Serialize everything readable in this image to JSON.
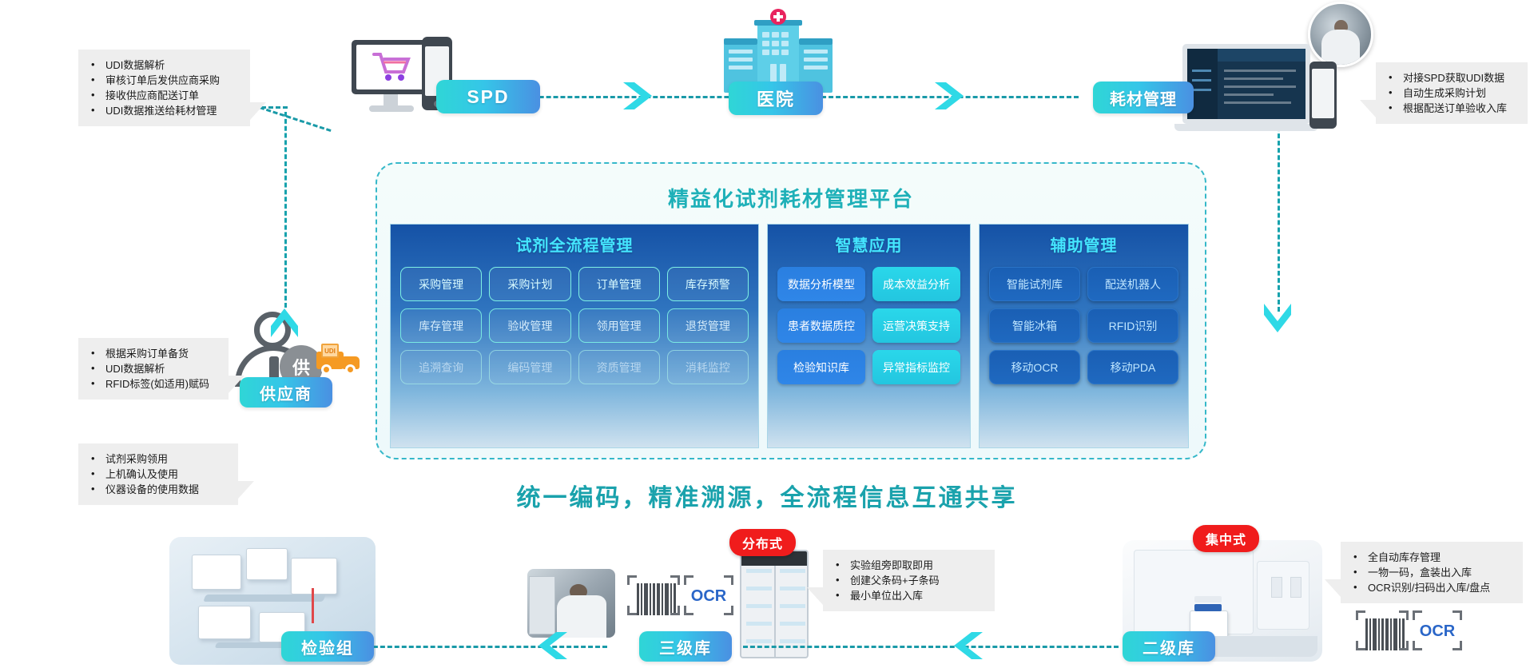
{
  "flow": {
    "top_nodes": [
      {
        "id": "spd",
        "label": "SPD"
      },
      {
        "id": "hospital",
        "label": "医院"
      },
      {
        "id": "consumable",
        "label": "耗材管理"
      }
    ],
    "side_nodes": [
      {
        "id": "supplier",
        "label": "供应商"
      }
    ],
    "bottom_nodes": [
      {
        "id": "inspection-group",
        "label": "检验组"
      },
      {
        "id": "tertiary-warehouse",
        "label": "三级库"
      },
      {
        "id": "secondary-warehouse",
        "label": "二级库"
      }
    ]
  },
  "badges": {
    "distributed": "分布式",
    "centralized": "集中式",
    "supplier_mark": "供",
    "udi_tag": "UDI",
    "ocr_left": "OCR",
    "ocr_right": "OCR"
  },
  "callouts": {
    "spd": {
      "name": "spd-callout",
      "items": [
        "UDI数据解析",
        "审核订单后发供应商采购",
        "接收供应商配送订单",
        "UDI数据推送给耗材管理"
      ]
    },
    "consumable": {
      "name": "consumable-callout",
      "items": [
        "对接SPD获取UDI数据",
        "自动生成采购计划",
        "根据配送订单验收入库"
      ]
    },
    "supplier": {
      "name": "supplier-callout",
      "items": [
        "根据采购订单备货",
        "UDI数据解析",
        "RFID标签(如适用)赋码"
      ]
    },
    "lab": {
      "name": "lab-callout",
      "items": [
        "试剂采购领用",
        "上机确认及使用",
        "仪器设备的使用数据"
      ]
    },
    "tertiary": {
      "name": "tertiary-callout",
      "items": [
        "实验组旁即取即用",
        "创建父条码+子条码",
        "最小单位出入库"
      ]
    },
    "secondary": {
      "name": "secondary-callout",
      "items": [
        "全自动库存管理",
        "一物一码，盒装出入库",
        "OCR识别/扫码出入库/盘点"
      ]
    }
  },
  "platform": {
    "title": "精益化试剂耗材管理平台",
    "tagline": "统一编码，精准溯源，全流程信息互通共享",
    "columns": [
      {
        "id": "full-process",
        "title": "试剂全流程管理",
        "style": "outline",
        "rows": [
          [
            "采购管理",
            "采购计划",
            "订单管理",
            "库存预警"
          ],
          [
            "库存管理",
            "验收管理",
            "领用管理",
            "退货管理"
          ],
          [
            "追溯查询",
            "编码管理",
            "资质管理",
            "消耗监控"
          ]
        ]
      },
      {
        "id": "smart-application",
        "title": "智慧应用",
        "style": "solid",
        "rows": [
          [
            "数据分析模型",
            "成本效益分析"
          ],
          [
            "患者数据质控",
            "运营决策支持"
          ],
          [
            "检验知识库",
            "异常指标监控"
          ]
        ]
      },
      {
        "id": "auxiliary-management",
        "title": "辅助管理",
        "style": "aux",
        "rows": [
          [
            "智能试剂库",
            "配送机器人"
          ],
          [
            "智能冰箱",
            "RFID识别"
          ],
          [
            "移动OCR",
            "移动PDA"
          ]
        ]
      }
    ]
  },
  "colors": {
    "teal_accent": "#1aa2ac",
    "cyan_pill_start": "#2fd6d6",
    "blue_pill_end": "#4a90e2",
    "column_blue": "#1552a6",
    "tile_cyan": "#2ad7ea",
    "tile_blue": "#2a7fe0",
    "badge_red": "#f01c1c",
    "callout_bg": "#eeeeee",
    "dash_line": "#1a9aa8"
  }
}
